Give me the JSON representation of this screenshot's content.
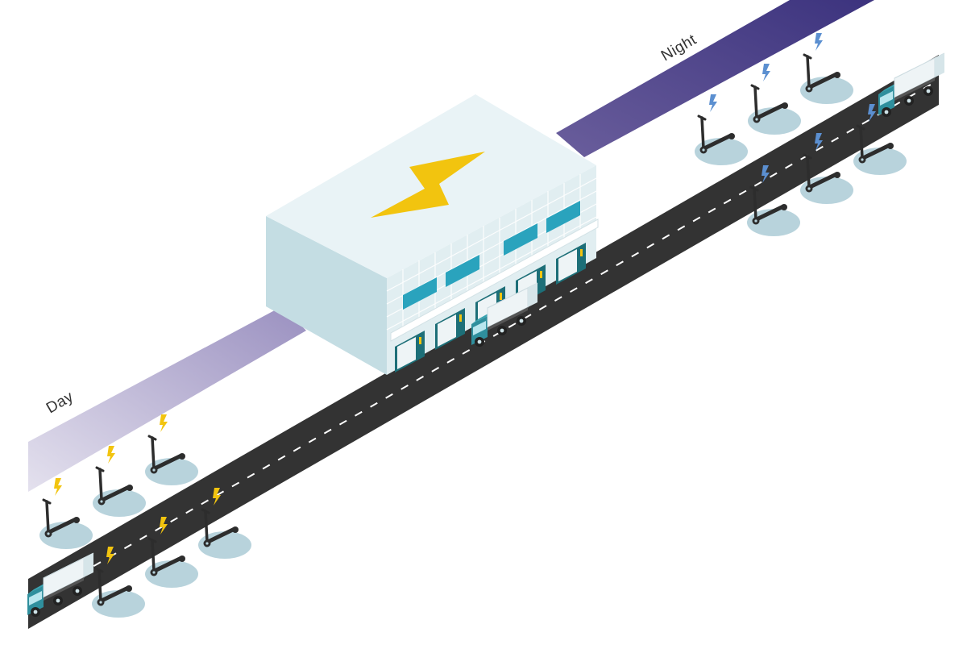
{
  "labels": {
    "day": "Day",
    "night": "Night"
  },
  "colors": {
    "day_band_start": "#e4e1ee",
    "day_band_end": "#9a90c0",
    "night_band_start": "#6a5e9c",
    "night_band_end": "#3c337e",
    "road": "#333333",
    "road_dash": "#ffffff",
    "building_top": "#e9f3f6",
    "building_left": "#c4dde3",
    "building_front": "#e1eef1",
    "window": "#2aa3bd",
    "dock_door": "#1d6f78",
    "bolt_building": "#f2c40f",
    "bolt_day": "#f2c40f",
    "bolt_night": "#5b8fd0",
    "scooter_pad": "#b8d3dc",
    "scooter": "#2d2d2d",
    "truck_cab": "#2f8f9d",
    "truck_box": "#eef4f6"
  },
  "icons": {
    "building": "charging-warehouse-icon",
    "bolt": "lightning-bolt-icon",
    "scooter": "e-scooter-icon",
    "truck": "delivery-truck-icon"
  },
  "scooters": {
    "day_count": 6,
    "night_count": 6,
    "day_charge_state": "charging",
    "night_charge_state": "charging"
  },
  "trucks": {
    "count": 3
  }
}
